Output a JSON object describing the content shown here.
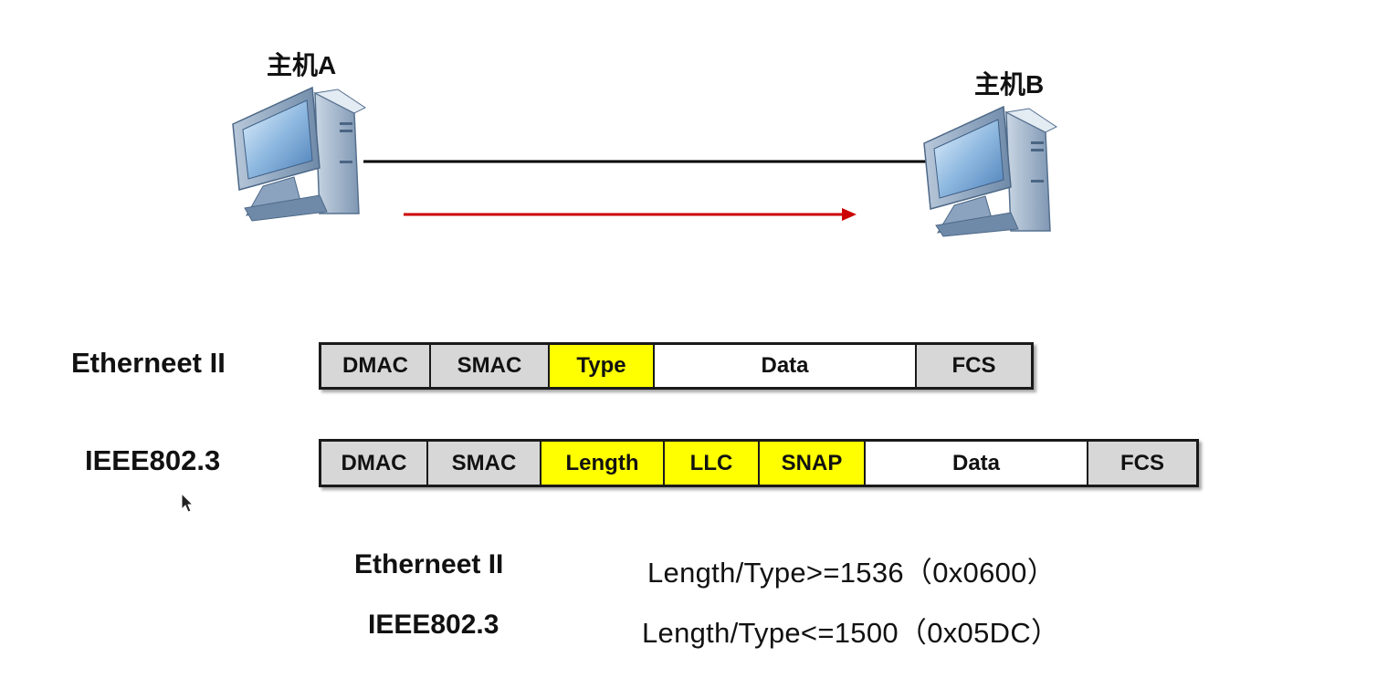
{
  "hosts": {
    "a": {
      "label": "主机A",
      "icon": "desktop-computer-icon"
    },
    "b": {
      "label": "主机B",
      "icon": "desktop-computer-icon"
    }
  },
  "link": {
    "line_color": "#000000",
    "arrow_color": "#cc0000"
  },
  "frames": {
    "ethernet2": {
      "label": "Etherneet II",
      "fields": [
        "DMAC",
        "SMAC",
        "Type",
        "Data",
        "FCS"
      ]
    },
    "ieee8023": {
      "label": "IEEE802.3",
      "fields": [
        "DMAC",
        "SMAC",
        "Length",
        "LLC",
        "SNAP",
        "Data",
        "FCS"
      ]
    }
  },
  "comparison": [
    {
      "name": "Etherneet II",
      "rule": "Length/Type>=1536（0x0600）"
    },
    {
      "name": "IEEE802.3",
      "rule": "Length/Type<=1500（0x05DC）"
    }
  ],
  "colors": {
    "header_field": "#d7d7d7",
    "highlight_field": "#ffff00",
    "data_field": "#ffffff"
  }
}
